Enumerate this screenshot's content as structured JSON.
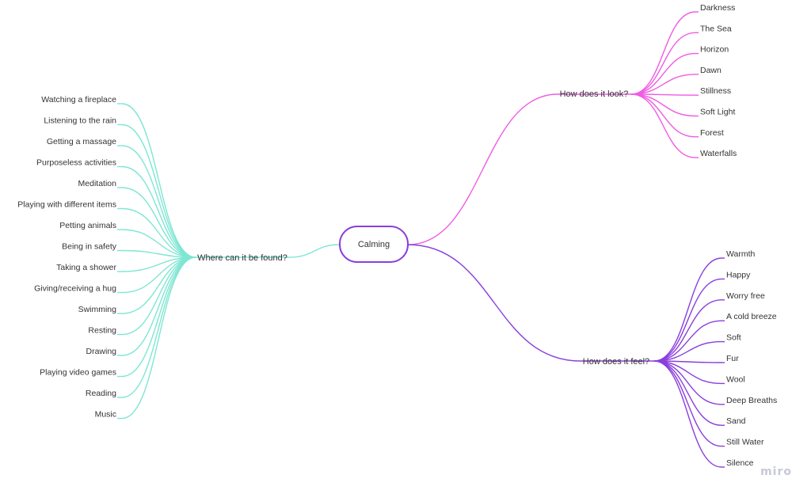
{
  "brand": {
    "watermark": "miro"
  },
  "colors": {
    "teal": "#7ee6d3",
    "magenta": "#ef5ce3",
    "purple": "#8a3fdc",
    "text": "#333333"
  },
  "center": {
    "label": "Calming"
  },
  "branches": {
    "found": {
      "label": "Where can it be found?",
      "items": [
        "Watching a fireplace",
        "Listening to the rain",
        "Getting a massage",
        "Purposeless activities",
        "Meditation",
        "Playing with different items",
        "Petting animals",
        "Being in safety",
        "Taking a shower",
        "Giving/receiving a hug",
        "Swimming",
        "Resting",
        "Drawing",
        "Playing video games",
        "Reading",
        "Music"
      ]
    },
    "look": {
      "label": "How does it look?",
      "items": [
        "Darkness",
        "The Sea",
        "Horizon",
        "Dawn",
        "Stillness",
        "Soft Light",
        "Forest",
        "Waterfalls"
      ]
    },
    "feel": {
      "label": "How does it feel?",
      "items": [
        "Warmth",
        "Happy",
        "Worry free",
        "A cold breeze",
        "Soft",
        "Fur",
        "Wool",
        "Deep Breaths",
        "Sand",
        "Still Water",
        "Silence"
      ]
    }
  }
}
